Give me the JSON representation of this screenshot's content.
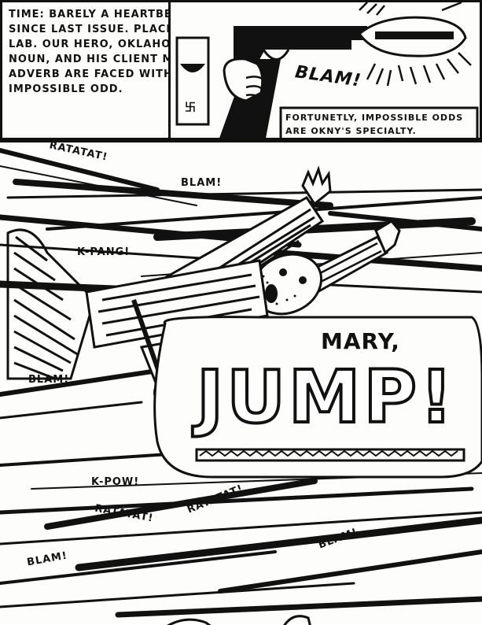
{
  "panel1": {
    "caption": "Time: Barely a heartbeat since last issue. Place: some lab. Our hero, Oklahoma Noun, and his client Mary Adverb are faced with an impossible odd.",
    "sfx_blam": "BLAM!"
  },
  "panel2": {
    "caption": "Fortunetly, impossible odds are Okny's specialty."
  },
  "panel3": {
    "sfx": {
      "ratatat_1": "RATATAT!",
      "blam_1": "BLAM!",
      "kpang": "K-PANG!",
      "blam_2": "BLAM!",
      "kpow": "K-POW!",
      "ratatat_2": "RATATAT!",
      "ratatat_3": "RATATAT!",
      "blam_3": "BLAM!",
      "blam_4": "BLAM!"
    },
    "balloon": {
      "line1": "MARY,",
      "line2": "JUMP!"
    }
  },
  "colors": {
    "ink": "#111111",
    "paper": "#fdfdfb",
    "pencil_blue": "#8fa7d6"
  }
}
